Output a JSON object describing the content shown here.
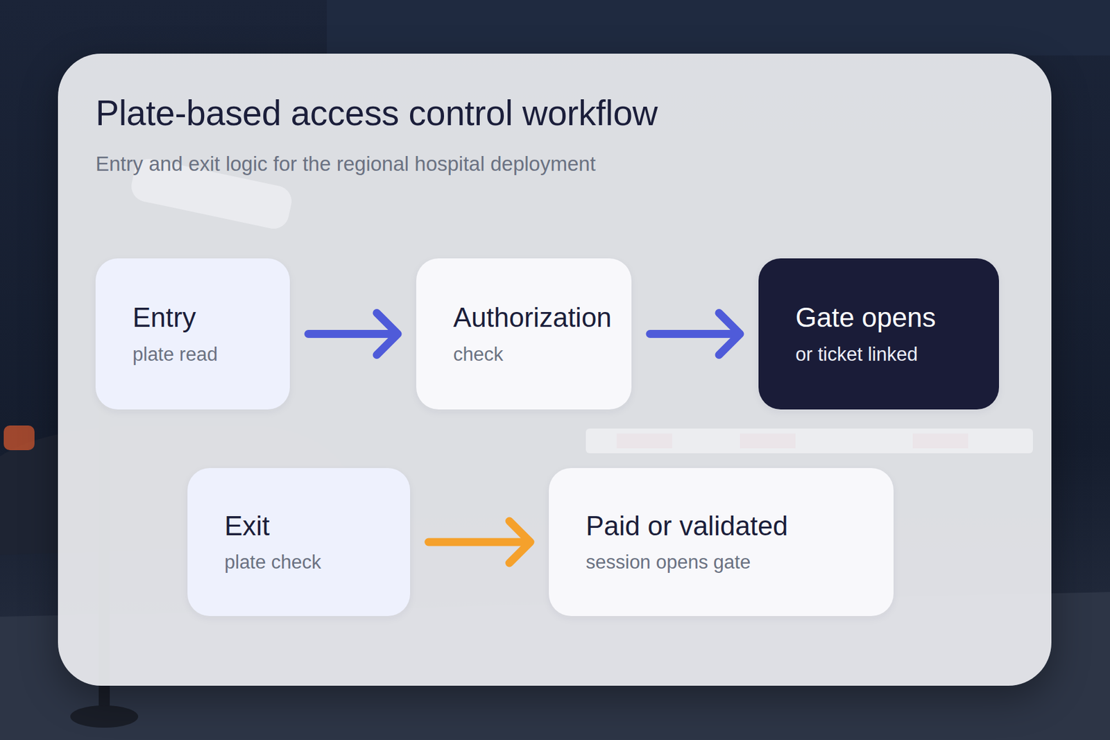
{
  "diagram": {
    "title": "Plate-based access control workflow",
    "caption": "Entry and exit logic for the regional hospital deployment",
    "nodes": [
      {
        "text": [
          "Entry",
          "plate read"
        ]
      },
      {
        "text": [
          "Authorization",
          "check"
        ]
      },
      {
        "text": [
          "Gate opens",
          "or ticket linked"
        ]
      },
      {
        "text": [
          "Exit",
          "plate check"
        ]
      },
      {
        "text": [
          "Paid or validated",
          "session opens gate"
        ]
      }
    ],
    "edges": [
      {
        "from": 0,
        "to": 1,
        "arrow": "to"
      },
      {
        "from": 1,
        "to": 2,
        "arrow": "to"
      },
      {
        "from": 3,
        "to": 4,
        "arrow": "to"
      }
    ]
  }
}
